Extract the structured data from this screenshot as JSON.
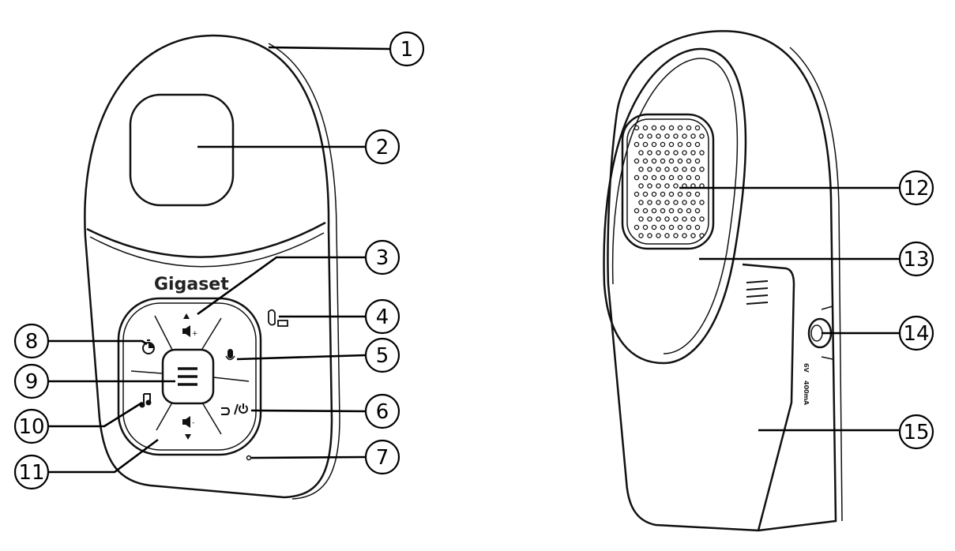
{
  "diagram": {
    "front_logo": "Gigaset",
    "back_label_voltage": "6V",
    "back_label_current": "400mA",
    "callouts": [
      "1",
      "2",
      "3",
      "4",
      "5",
      "6",
      "7",
      "8",
      "9",
      "10",
      "11",
      "12",
      "13",
      "14",
      "15"
    ],
    "icons": [
      "volume-up-icon",
      "timer-icon",
      "menu-icon",
      "music-icon",
      "volume-down-icon",
      "microphone-icon",
      "back-power-icon",
      "battery-icon",
      "led-icon"
    ]
  }
}
